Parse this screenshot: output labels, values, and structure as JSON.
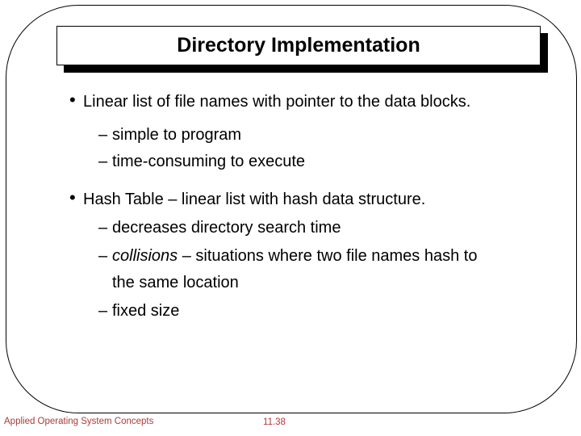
{
  "slide": {
    "title": "Directory Implementation",
    "markers": {
      "bullet": "•",
      "dash": "–"
    },
    "body": {
      "blocks": [
        {
          "text": "Linear list of file names with pointer to the data blocks.",
          "subs": [
            {
              "text": "simple to program"
            },
            {
              "text": "time-consuming to execute"
            }
          ]
        },
        {
          "text": "Hash Table – linear list with hash data structure.",
          "subs": [
            {
              "text": "decreases directory search time"
            },
            {
              "italic": "collisions",
              "text": " – situations where two file names hash to the same location"
            },
            {
              "text": "fixed size"
            }
          ]
        }
      ]
    },
    "footer": {
      "left": "Applied Operating System Concepts",
      "page": "11.38"
    },
    "colors": {
      "footer_text": "#b03838",
      "frame_border": "#000000",
      "title_shadow": "#000000"
    }
  }
}
